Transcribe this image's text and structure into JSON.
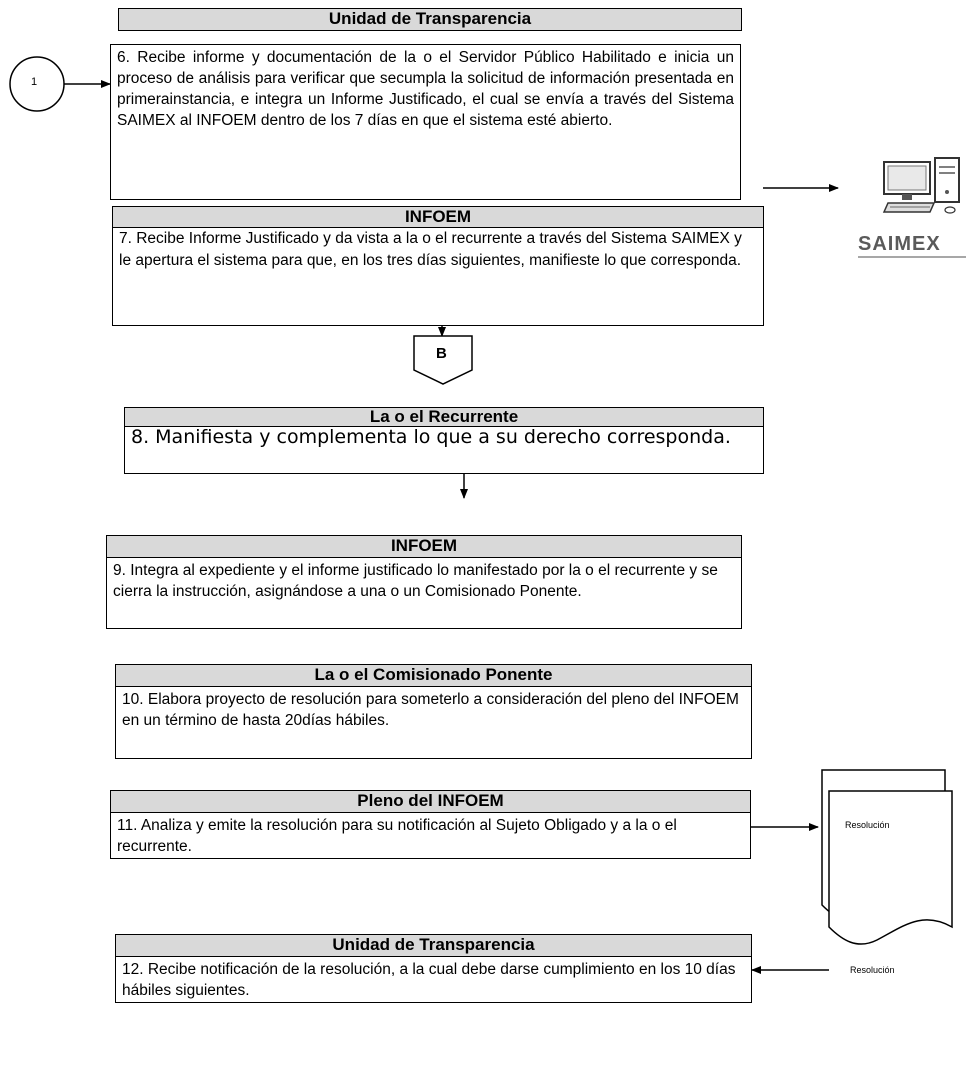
{
  "connector": {
    "label": "1"
  },
  "steps": [
    {
      "header": "Unidad de Transparencia",
      "text": "6. Recibe informe y documentación de la o el Servidor Público Habilitado e inicia un proceso de análisis para verificar que secumpla la solicitud de información presentada en primerainstancia, e integra un Informe Justificado, el cual se envía a través del Sistema SAIMEX al INFOEM dentro de los 7 días en que el sistema esté abierto."
    },
    {
      "header": "INFOEM",
      "text": "7. Recibe Informe Justificado y da vista a la o el recurrente a través del Sistema SAIMEX y le apertura el sistema para que, en los tres días siguientes, manifieste lo que corresponda."
    },
    {
      "header": "La o el Recurrente",
      "text": "8. Manifiesta y complementa lo que a su derecho corresponda."
    },
    {
      "header": "INFOEM",
      "text": "9. Integra al expediente y el informe justificado lo manifestado por la o el recurrente y se cierra la instrucción, asignándose a una o un Comisionado Ponente."
    },
    {
      "header": "La o el Comisionado Ponente",
      "text": "10. Elabora proyecto de resolución para someterlo a consideración del pleno del INFOEM en un término de hasta 20días hábiles."
    },
    {
      "header": "Pleno del INFOEM",
      "text": "11. Analiza y emite la resolución para su notificación al Sujeto Obligado y a la o el recurrente."
    },
    {
      "header": "Unidad de Transparencia",
      "text": "12. Recibe notificación de la resolución, a la cual debe darse cumplimiento en los 10 días hábiles siguientes."
    }
  ],
  "offpage": {
    "label": "B"
  },
  "system": {
    "logo_text": "SAIMEX",
    "icon": "computer-icon"
  },
  "documents": [
    {
      "label": "Resolución"
    },
    {
      "label": "Resolución"
    }
  ]
}
